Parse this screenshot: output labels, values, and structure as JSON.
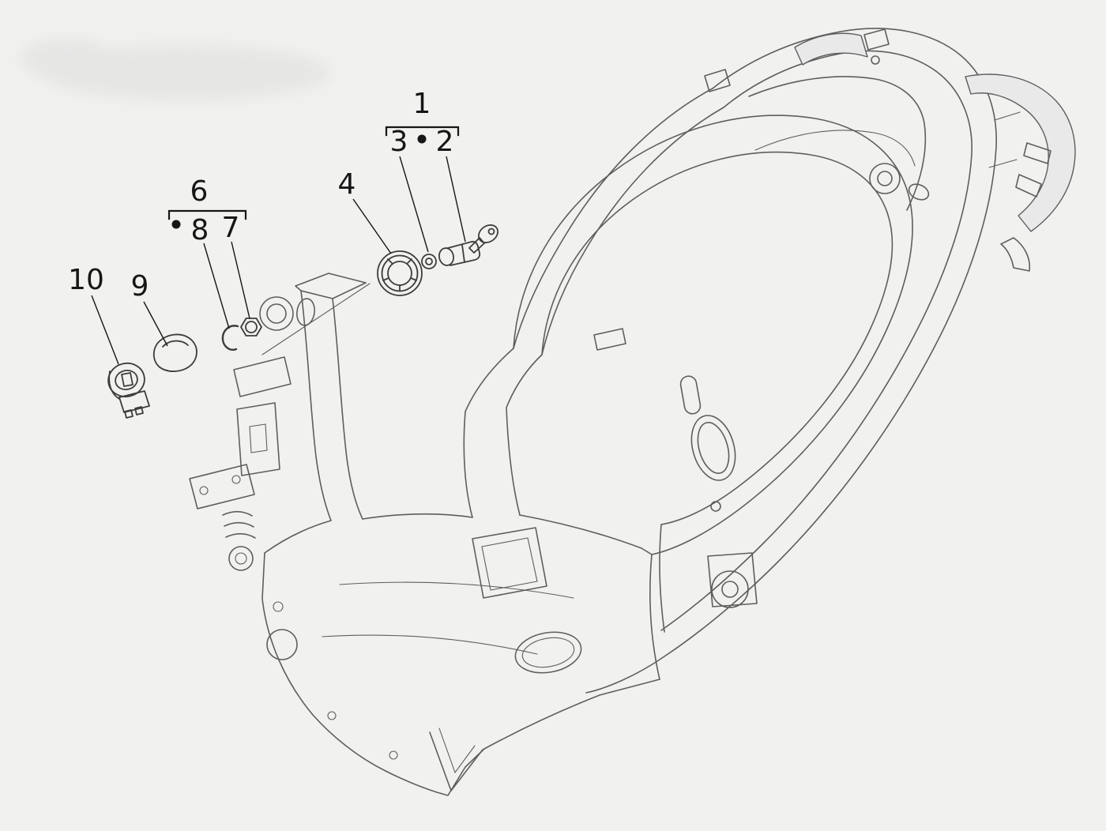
{
  "diagram": {
    "callouts": {
      "n1": "1",
      "n2": "2",
      "n3": "3",
      "n4": "4",
      "n6": "6",
      "n7": "7",
      "n8": "8",
      "n9": "9",
      "n10": "10"
    },
    "groups": [
      {
        "label": "1",
        "members": [
          "3",
          "2"
        ]
      },
      {
        "label": "6",
        "members": [
          "8",
          "7"
        ]
      }
    ],
    "colors": {
      "background": "#f1f1ef",
      "frame_line": "#5e5e5e",
      "part_line": "#3d3d3d",
      "label": "#161616"
    }
  }
}
